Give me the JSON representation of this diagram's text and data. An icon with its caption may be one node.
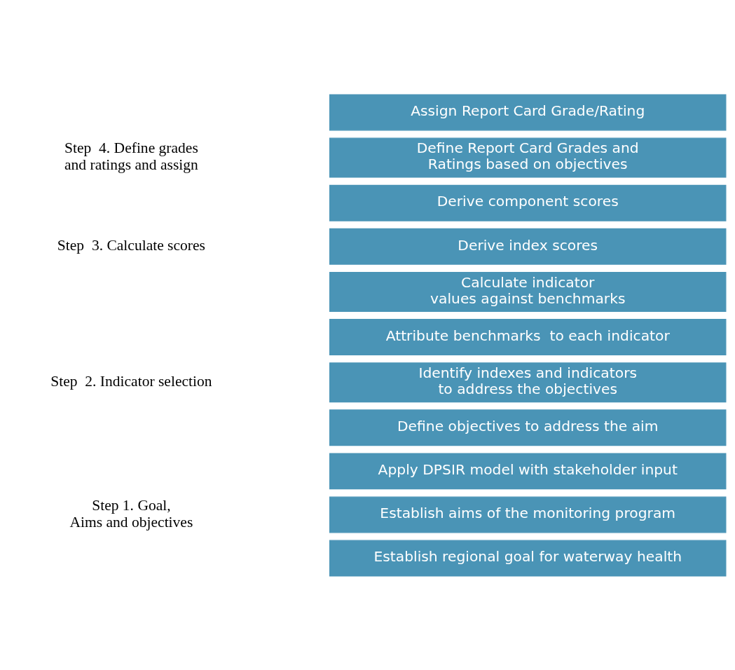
{
  "diagram": {
    "nodes": [
      {
        "text": [
          "Establish regional goal for waterway health"
        ]
      },
      {
        "text": [
          "Establish aims of the monitoring program"
        ]
      },
      {
        "text": [
          "Apply DPSIR model with stakeholder input"
        ]
      },
      {
        "text": [
          "Define objectives to address the aim"
        ]
      },
      {
        "text": [
          "Identify indexes and indicators to address the objectives"
        ]
      },
      {
        "text": [
          "Attribute benchmarks  to each indicator"
        ]
      },
      {
        "text": [
          "Calculate indicator  values against benchmarks"
        ]
      },
      {
        "text": [
          "Derive index scores"
        ]
      },
      {
        "text": [
          "Derive component scores"
        ]
      },
      {
        "text": [
          "Define Report Card Grades and Ratings based on objectives"
        ]
      },
      {
        "text": [
          "Assign Report Card Grade/Rating"
        ]
      }
    ],
    "edges": [],
    "labels": [
      "Step 1. Goal, Aims and objectives",
      "Step  2. Indicator selection",
      "Step  3. Calculate scores",
      "Step  4. Define grades and ratings and assign"
    ]
  }
}
